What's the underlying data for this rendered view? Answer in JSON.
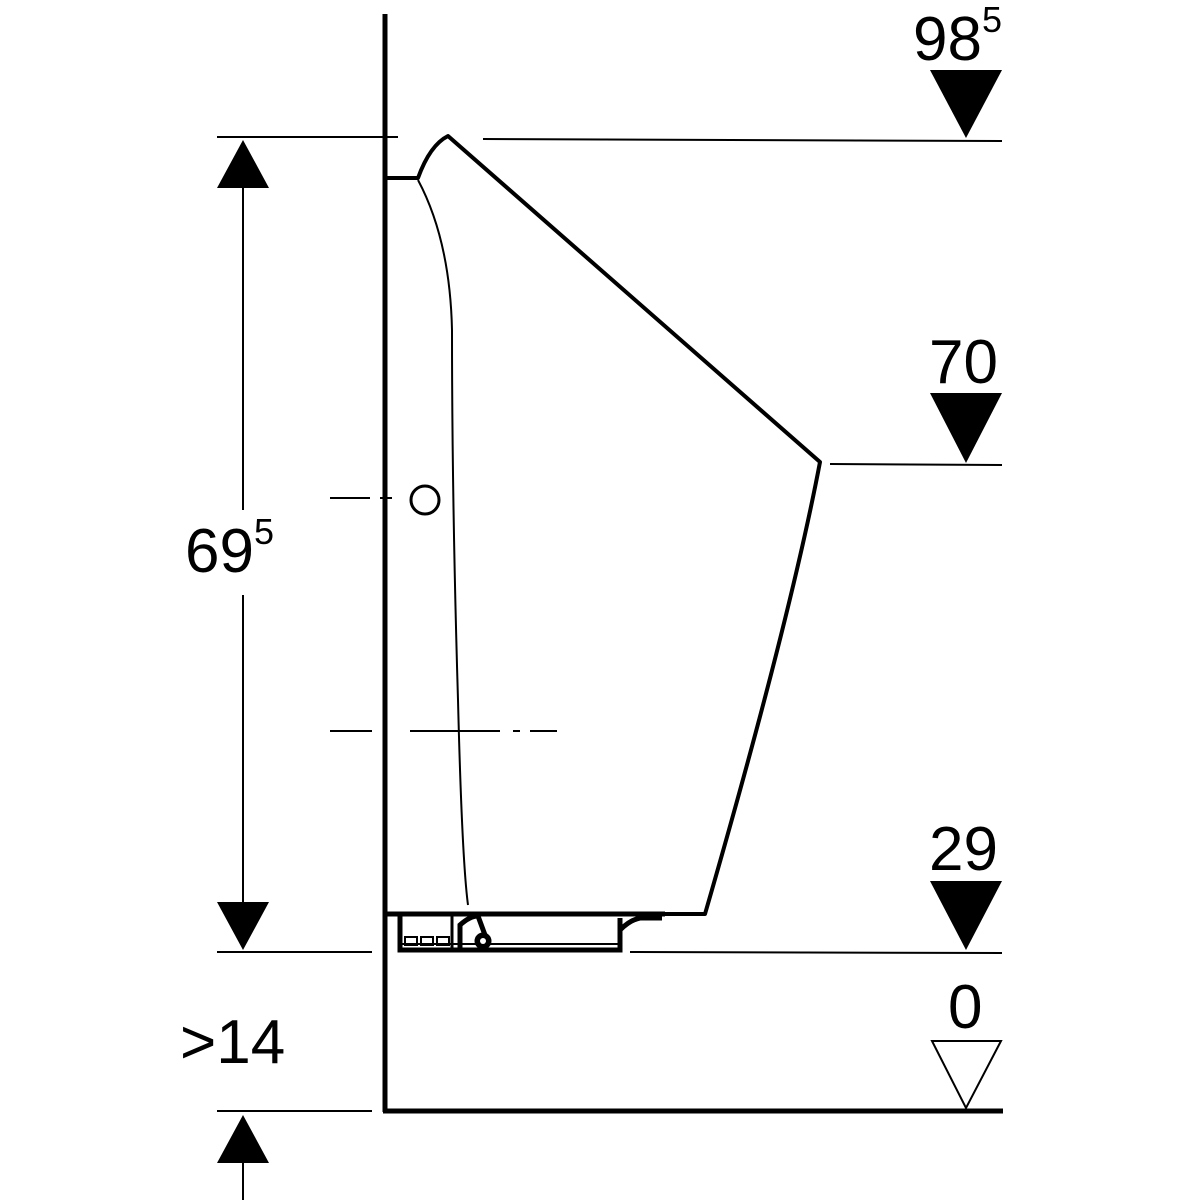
{
  "levels": {
    "top": {
      "value": "98",
      "sup": "5"
    },
    "rim": {
      "value": "70"
    },
    "bottom": {
      "value": "29"
    },
    "floor": {
      "value": "0"
    }
  },
  "dimensions": {
    "height": {
      "value": "69",
      "sup": "5"
    },
    "min_clearance": {
      "value": ">14"
    }
  },
  "colors": {
    "line": "#000000",
    "background": "#ffffff"
  }
}
